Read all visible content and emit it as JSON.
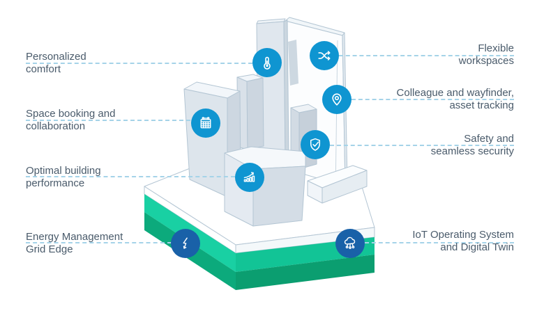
{
  "diagram": {
    "title": "Smart building capabilities diagram",
    "features": [
      {
        "id": "personalized-comfort",
        "side": "left",
        "line1": "Personalized",
        "line2": "comfort",
        "icon": "thermometer-icon",
        "icon_color": "#0f95d1"
      },
      {
        "id": "space-booking-collaboration",
        "side": "left",
        "line1": "Space booking and",
        "line2": "collaboration",
        "icon": "calendar-icon",
        "icon_color": "#0f95d1"
      },
      {
        "id": "optimal-building-performance",
        "side": "left",
        "line1": "Optimal building",
        "line2": "performance",
        "icon": "growth-chart-icon",
        "icon_color": "#0f95d1"
      },
      {
        "id": "energy-management-grid-edge",
        "side": "left",
        "line1": "Energy Management",
        "line2": "Grid Edge",
        "icon": "energy-bolt-icon",
        "icon_color": "#1961a8"
      },
      {
        "id": "flexible-workspaces",
        "side": "right",
        "line1": "Flexible",
        "line2": "workspaces",
        "icon": "shuffle-arrows-icon",
        "icon_color": "#0f95d1"
      },
      {
        "id": "colleague-wayfinder-asset-tracking",
        "side": "right",
        "line1": "Colleague and wayfinder,",
        "line2": "asset tracking",
        "icon": "location-pin-icon",
        "icon_color": "#0f95d1"
      },
      {
        "id": "safety-seamless-security",
        "side": "right",
        "line1": "Safety and",
        "line2": "seamless security",
        "icon": "shield-check-icon",
        "icon_color": "#0f95d1"
      },
      {
        "id": "iot-operating-system-digital-twin",
        "side": "right",
        "line1": "IoT Operating System",
        "line2": "and Digital Twin",
        "icon": "iot-cloud-icon",
        "icon_color": "#1961a8"
      }
    ],
    "colors": {
      "background": "#ffffff",
      "label_text": "#4a5b6b",
      "connector_dashed": "#a5d3e8",
      "icon_blue": "#0f95d1",
      "icon_dark_blue": "#1961a8",
      "platform_green_light": "#19d0a3",
      "platform_green_dark": "#0caa7c",
      "building_face": "#dfe6ed",
      "building_outline": "#b3c5d3"
    }
  }
}
